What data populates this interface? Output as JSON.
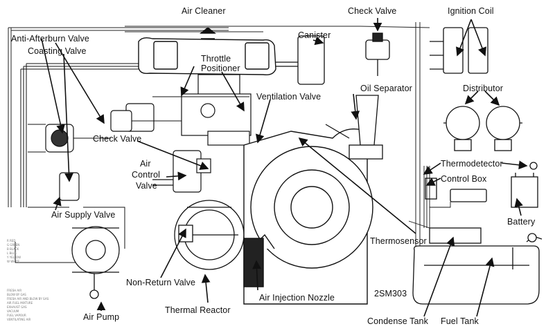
{
  "labels": {
    "air_cleaner": "Air Cleaner",
    "check_valve_top": "Check Valve",
    "ignition_coil": "Ignition Coil",
    "anti_afterburn_valve": "Anti-Afterburn Valve",
    "coasting_valve": "Coasting Valve",
    "throttle_positioner_1": "Throttle",
    "throttle_positioner_2": "Positioner",
    "canister": "Canister",
    "ventilation_valve": "Ventilation Valve",
    "oil_separator": "Oil Separator",
    "distributor": "Distributor",
    "check_valve_mid": "Check Valve",
    "thermodetector": "Thermodetector",
    "air_control_valve_1": "Air",
    "air_control_valve_2": "Control",
    "air_control_valve_3": "Valve",
    "control_box": "Control Box",
    "air_supply_valve": "Air Supply Valve",
    "battery": "Battery",
    "thermosensor": "Thermosensor",
    "non_return_valve": "Non-Return Valve",
    "air_injection_nozzle": "Air Injection Nozzle",
    "diagram_code": "2SM303",
    "air_pump": "Air Pump",
    "thermal_reactor": "Thermal Reactor",
    "condense_tank": "Condense Tank",
    "fuel_tank": "Fuel Tank"
  },
  "wire_colors_legend": [
    "R  RED",
    "G  GREEN",
    "B  BLACK",
    "L  BLUE",
    "Y  YELLOW",
    "W  WHITE"
  ],
  "flow_legend": [
    "FRESH AIR",
    "BLOW BY GAS",
    "FRESH AIR AND BLOW BY GAS",
    "AIR FUEL MIXTURE",
    "EXHAUST GAS",
    "VACUUM",
    "FUEL VAPOUR",
    "VENTILATING AIR"
  ]
}
